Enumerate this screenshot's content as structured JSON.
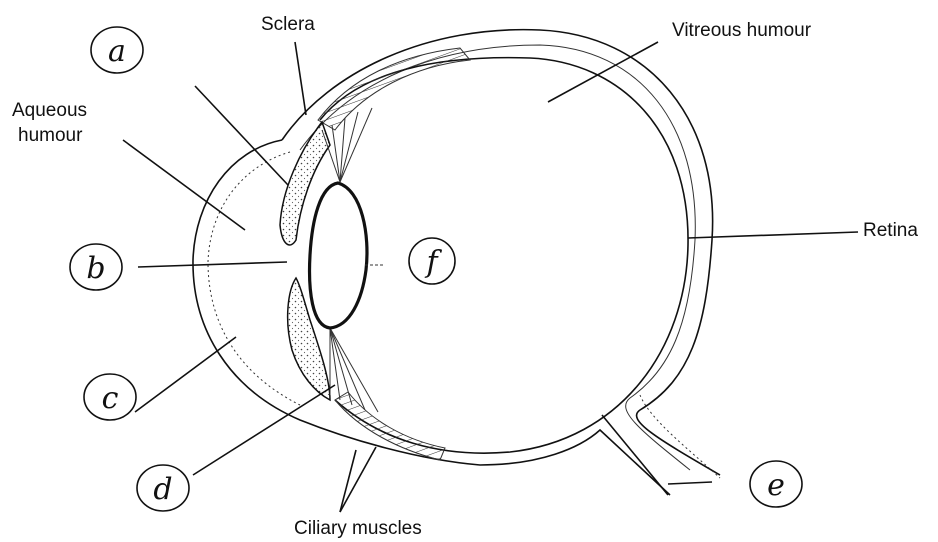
{
  "labels": {
    "sclera": "Sclera",
    "vitreous": "Vitreous humour",
    "aqueous_1": "Aqueous",
    "aqueous_2": "humour",
    "retina": "Retina",
    "ciliary": "Ciliary muscles"
  },
  "markers": {
    "a": "a",
    "b": "b",
    "c": "c",
    "d": "d",
    "e": "e",
    "f": "f"
  }
}
